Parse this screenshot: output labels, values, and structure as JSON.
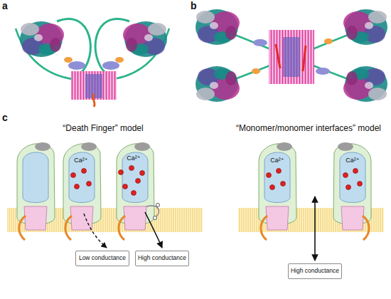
{
  "diagram": {
    "nodes": [
      {
        "text": [
          "Low conductance"
        ]
      },
      {
        "text": [
          "High conductance"
        ]
      },
      {
        "text": [
          "High conductance"
        ]
      }
    ],
    "labels": [
      "a",
      "b",
      "c",
      "“Death Finger” model",
      "“Monomer/monomer interfaces” model",
      "Ca²⁺",
      "Ca²⁺",
      "Ca²⁺",
      "Ca²⁺"
    ]
  }
}
